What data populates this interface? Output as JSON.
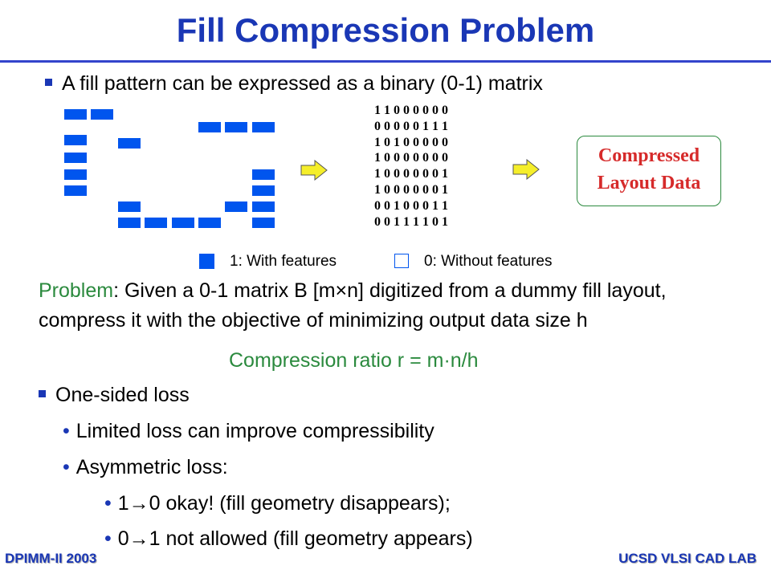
{
  "title": "Fill Compression Problem",
  "bullet1": "A fill pattern can be expressed as a binary (0-1) matrix",
  "matrix_rows": [
    "1 1 0 0 0 0 0 0",
    "0 0 0 0 0 1 1 1",
    "1 0 1 0 0 0 0 0",
    "1 0 0 0 0 0 0 0",
    "1 0 0 0 0 0 0 1",
    "1 0 0 0 0 0 0 1",
    "0 0 1 0 0 0 1 1",
    "0 0 1 1 1 1 0 1"
  ],
  "compressed": {
    "line1": "Compressed",
    "line2": "Layout Data"
  },
  "legend": {
    "filled": "1: With features",
    "empty": "0: Without features"
  },
  "problem": {
    "label": "Problem",
    "text": ": Given a 0-1 matrix B [m×n] digitized from a dummy fill layout, compress it with the objective of minimizing output data size h"
  },
  "ratio": "Compression ratio r = m·n/h",
  "bullets": {
    "one_sided": "One-sided loss",
    "limited": "Limited loss can improve compressibility",
    "asymmetric": "Asymmetric loss:",
    "one_to_zero": "1→0 okay! (fill geometry disappears);",
    "zero_to_one": "0→1 not allowed (fill geometry appears)"
  },
  "footer": {
    "left": "DPIMM-II 2003",
    "right": "UCSD VLSI CAD LAB"
  },
  "colors": {
    "title": "#1a37b5",
    "feature": "#0055ee",
    "green": "#2b8a3e",
    "red": "#d62a2a",
    "arrow": "#f5ee2a"
  },
  "icons": {
    "square_bullet": "square-bullet-icon",
    "dot_bullet": "dot-bullet-icon",
    "arrow": "right-arrow-icon"
  }
}
